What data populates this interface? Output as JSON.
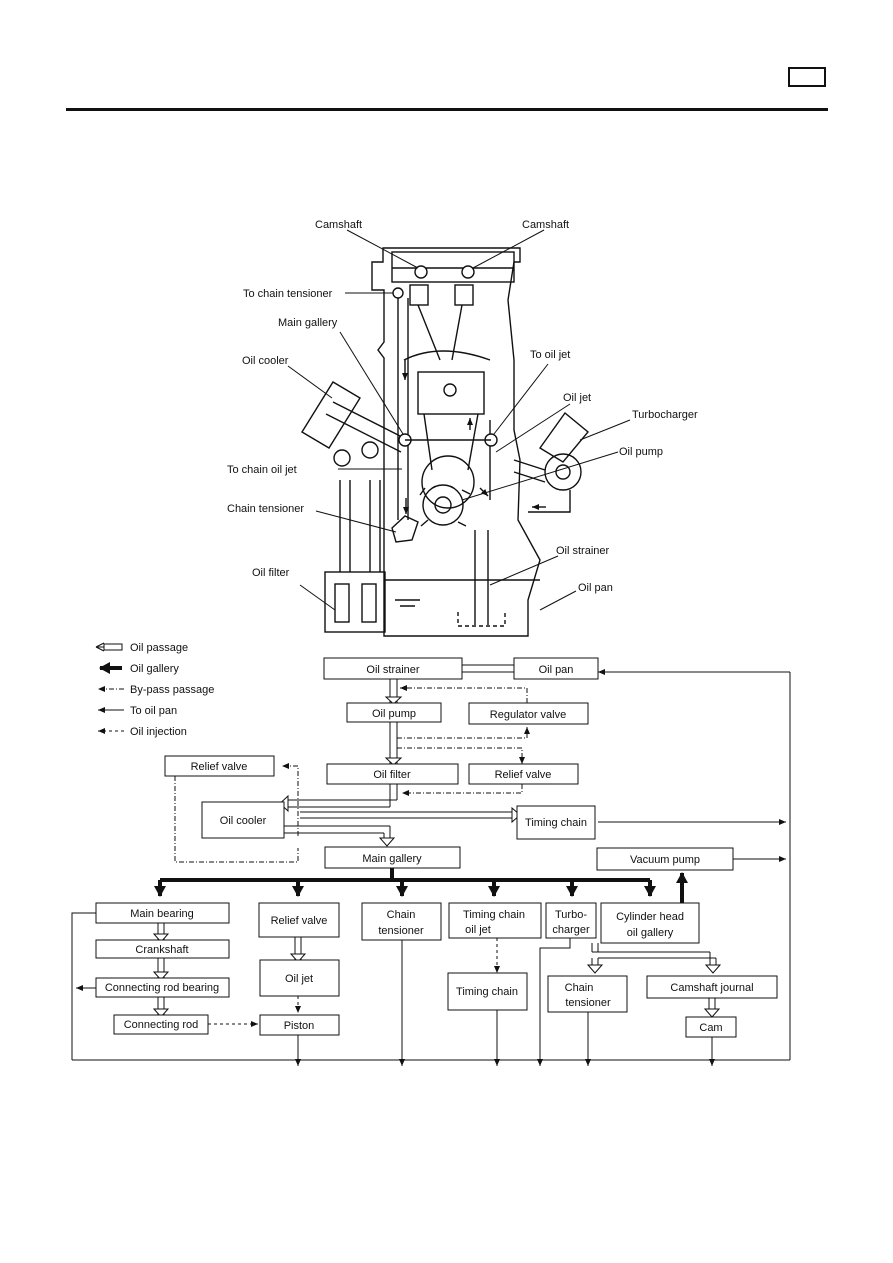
{
  "engine_labels": {
    "camshaft_left": "Camshaft",
    "camshaft_right": "Camshaft",
    "to_chain_tensioner": "To chain tensioner",
    "main_gallery": "Main gallery",
    "oil_cooler": "Oil cooler",
    "to_oil_jet": "To oil jet",
    "oil_jet": "Oil jet",
    "turbocharger": "Turbocharger",
    "oil_pump": "Oil pump",
    "to_chain_oil_jet": "To chain oil jet",
    "chain_tensioner": "Chain tensioner",
    "oil_strainer": "Oil strainer",
    "oil_filter": "Oil filter",
    "oil_pan": "Oil pan"
  },
  "legend": [
    {
      "label": "Oil passage",
      "style": "hollow"
    },
    {
      "label": "Oil gallery",
      "style": "bold"
    },
    {
      "label": "By-pass passage",
      "style": "dashdot"
    },
    {
      "label": "To oil pan",
      "style": "thin"
    },
    {
      "label": "Oil injection",
      "style": "dashed"
    }
  ],
  "flow": {
    "oil_pan": "Oil pan",
    "oil_strainer": "Oil strainer",
    "oil_pump": "Oil pump",
    "regulator_valve": "Regulator valve",
    "relief_valve_top": "Relief valve",
    "oil_filter": "Oil filter",
    "relief_valve_right": "Relief valve",
    "oil_cooler": "Oil cooler",
    "timing_chain": "Timing chain",
    "main_gallery": "Main gallery",
    "vacuum_pump": "Vacuum pump",
    "main_bearing": "Main bearing",
    "crankshaft": "Crankshaft",
    "connecting_rod_bearing": "Connecting rod bearing",
    "connecting_rod": "Connecting rod",
    "relief_valve_mid": "Relief valve",
    "oil_jet": "Oil jet",
    "piston": "Piston",
    "chain_tensioner_l1": "Chain",
    "chain_tensioner_l2": "tensioner",
    "timing_chain_oil_jet_l1": "Timing chain",
    "timing_chain_oil_jet_l2": "oil jet",
    "timing_chain_lower": "Timing chain",
    "turbocharger_l1": "Turbo-",
    "turbocharger_l2": "charger",
    "cylinder_head_l1": "Cylinder head",
    "cylinder_head_l2": "oil gallery",
    "chain_tensioner2_l1": "Chain",
    "chain_tensioner2_l2": "tensioner",
    "camshaft_journal": "Camshaft journal",
    "cam": "Cam"
  }
}
